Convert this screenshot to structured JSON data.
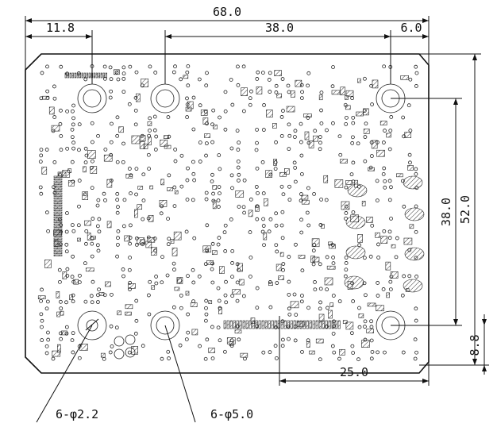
{
  "dimensions": {
    "overall_width": "68.0",
    "left_offset": "11.8",
    "hole_spacing": "38.0",
    "right_offset": "6.0",
    "overall_height": "52.0",
    "vertical_hole_spacing": "38.0",
    "bottom_offset": "8.8",
    "bottom_hole_distance": "25.0"
  },
  "callouts": {
    "small_holes": "6-φ2.2",
    "large_holes": "6-φ5.0"
  },
  "colors": {
    "line": "#111111",
    "background": "#ffffff"
  }
}
